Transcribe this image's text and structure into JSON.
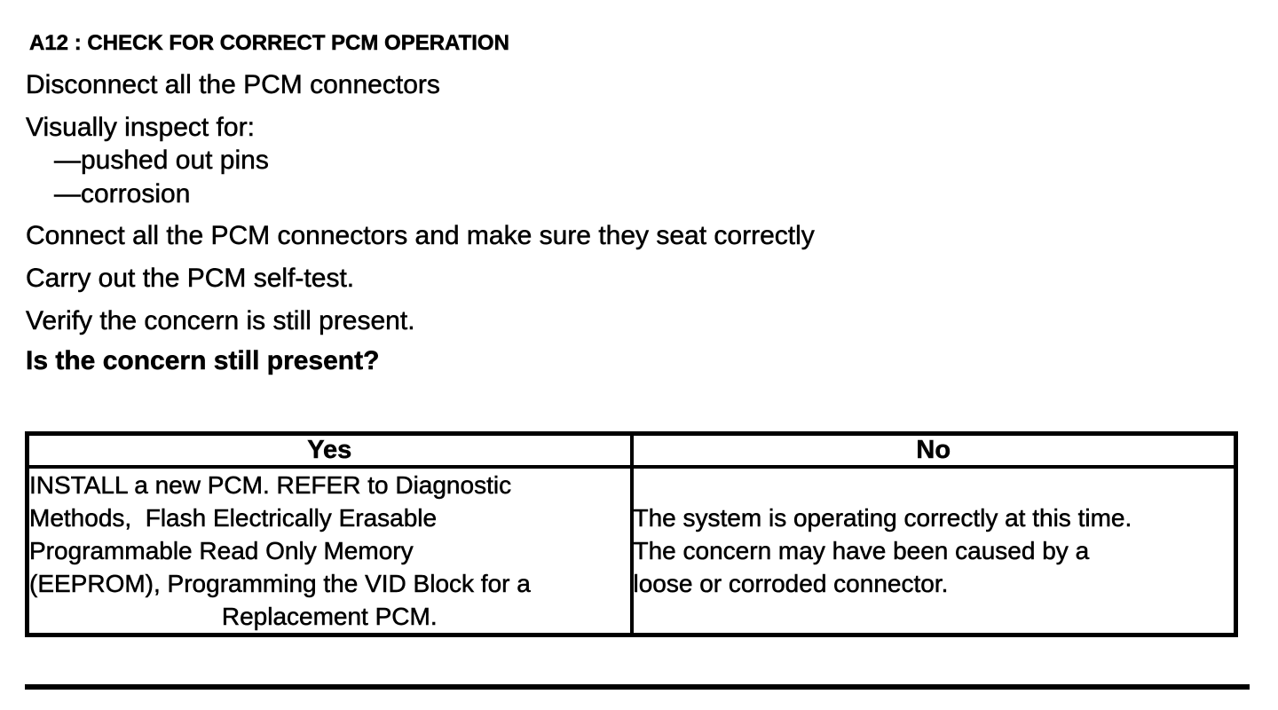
{
  "document": {
    "heading": "A12 : CHECK FOR CORRECT PCM OPERATION",
    "steps": [
      "Disconnect all the PCM connectors",
      "Visually inspect for:",
      "—pushed out pins",
      "—corrosion",
      "Connect all the PCM connectors and make sure they seat correctly",
      "Carry out the PCM self-test.",
      "Verify the concern is still present.",
      "Is the concern still present?"
    ],
    "decision_table": {
      "columns": [
        "Yes",
        "No"
      ],
      "yes_lines": [
        "INSTALL a new PCM. REFER to Diagnostic",
        "Methods,  Flash Electrically Erasable",
        "Programmable Read Only Memory",
        "(EEPROM), Programming the VID Block for a",
        "Replacement PCM."
      ],
      "no_lines": [
        "The system is operating correctly at this time.",
        "The concern may have been caused by a",
        "loose or corroded connector."
      ]
    },
    "colors": {
      "ink": "#000000",
      "paper": "#ffffff"
    }
  }
}
